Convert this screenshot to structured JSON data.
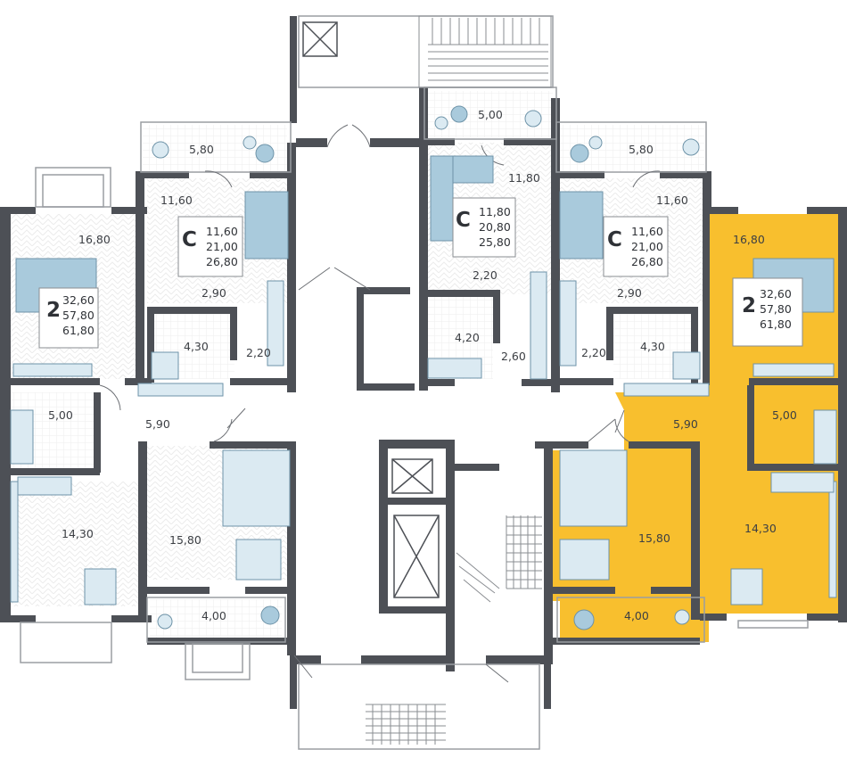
{
  "colors": {
    "wall": "#4d5056",
    "highlight": "#f8bf2e",
    "furniture": "#a9cadc",
    "furniture_dark": "#6e93a8",
    "floor_pattern": "#e7e7e7",
    "card_bg": "#ffffff",
    "card_border": "#8a8d92"
  },
  "apartments": [
    {
      "id": "left-2room",
      "type_label": "2",
      "areas": [
        "32,60",
        "57,80",
        "61,80"
      ],
      "highlighted": false
    },
    {
      "id": "left-studio",
      "type_label": "С",
      "areas": [
        "11,60",
        "21,00",
        "26,80"
      ],
      "highlighted": false
    },
    {
      "id": "center-studio",
      "type_label": "С",
      "areas": [
        "11,80",
        "20,80",
        "25,80"
      ],
      "highlighted": false
    },
    {
      "id": "right-studio",
      "type_label": "С",
      "areas": [
        "11,60",
        "21,00",
        "26,80"
      ],
      "highlighted": false
    },
    {
      "id": "right-2room",
      "type_label": "2",
      "areas": [
        "32,60",
        "57,80",
        "61,80"
      ],
      "highlighted": true
    }
  ],
  "rooms": [
    {
      "id": "balcony-left-studio",
      "label": "5,80"
    },
    {
      "id": "left-studio-living",
      "label": "11,60"
    },
    {
      "id": "left-studio-hall",
      "label": "2,90"
    },
    {
      "id": "left-studio-bath",
      "label": "4,30"
    },
    {
      "id": "left-studio-closet",
      "label": "2,20"
    },
    {
      "id": "left-2room-bedroom",
      "label": "16,80"
    },
    {
      "id": "left-2room-bath",
      "label": "5,00"
    },
    {
      "id": "left-2room-hall",
      "label": "5,90"
    },
    {
      "id": "left-2room-kitchen",
      "label": "14,30"
    },
    {
      "id": "left-2room-living",
      "label": "15,80"
    },
    {
      "id": "left-2room-balcony",
      "label": "4,00"
    },
    {
      "id": "center-balcony",
      "label": "5,00"
    },
    {
      "id": "center-studio-living",
      "label": "11,80"
    },
    {
      "id": "center-studio-hall",
      "label": "2,20"
    },
    {
      "id": "center-studio-bath",
      "label": "4,20"
    },
    {
      "id": "center-studio-closet",
      "label": "2,60"
    },
    {
      "id": "right-studio-balcony",
      "label": "5,80"
    },
    {
      "id": "right-studio-living",
      "label": "11,60"
    },
    {
      "id": "right-studio-hall",
      "label": "2,90"
    },
    {
      "id": "right-studio-bath",
      "label": "4,30"
    },
    {
      "id": "right-studio-closet",
      "label": "2,20"
    },
    {
      "id": "right-2room-bedroom",
      "label": "16,80"
    },
    {
      "id": "right-2room-hall",
      "label": "5,90"
    },
    {
      "id": "right-2room-bath",
      "label": "5,00"
    },
    {
      "id": "right-2room-living",
      "label": "15,80"
    },
    {
      "id": "right-2room-kitchen",
      "label": "14,30"
    },
    {
      "id": "right-2room-balcony",
      "label": "4,00"
    }
  ]
}
